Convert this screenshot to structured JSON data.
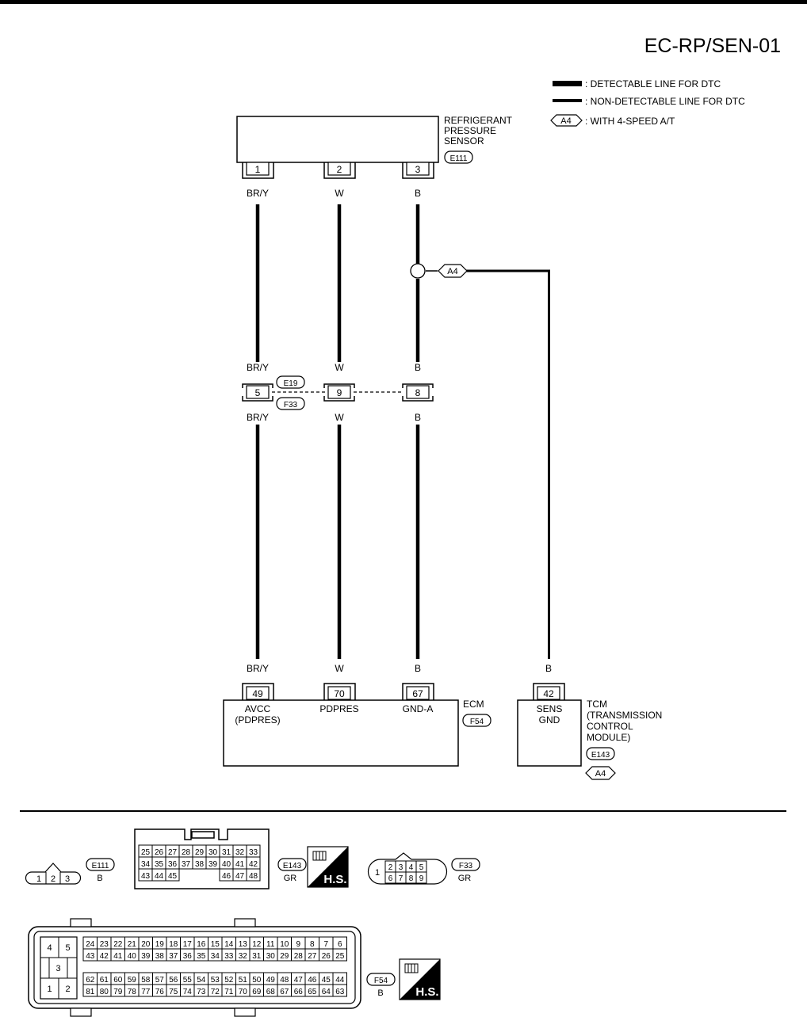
{
  "page_id": "EC-RP/SEN-01",
  "legend": {
    "detectable": ": DETECTABLE LINE FOR DTC",
    "non_detectable": ": NON-DETECTABLE LINE FOR DTC",
    "option_code": "A4",
    "option_text": ": WITH 4-SPEED A/T"
  },
  "sensor": {
    "name_lines": [
      "REFRIGERANT",
      "PRESSURE",
      "SENSOR"
    ],
    "connector": "E111",
    "pins": [
      "1",
      "2",
      "3"
    ]
  },
  "wire_colors": {
    "pin1": "BR/Y",
    "pin2": "W",
    "pin3": "B",
    "tcm": "B"
  },
  "joint": {
    "connector_upper": "E19",
    "connector_lower": "F33",
    "pins": [
      "5",
      "9",
      "8"
    ]
  },
  "ecm": {
    "name": "ECM",
    "connector": "F54",
    "pins": [
      "49",
      "70",
      "67"
    ],
    "terminal_labels": [
      [
        "AVCC",
        "(PDPRES)"
      ],
      [
        "PDPRES"
      ],
      [
        "GND-A"
      ]
    ]
  },
  "tcm": {
    "name_lines": [
      "TCM",
      "(TRANSMISSION",
      "CONTROL",
      "MODULE)"
    ],
    "connector": "E143",
    "option": "A4",
    "pin": "42",
    "terminal_label": [
      "SENS",
      "GND"
    ]
  },
  "connector_views": {
    "e111": {
      "id": "E111",
      "color": "B",
      "pins": [
        "1",
        "2",
        "3"
      ]
    },
    "e143": {
      "id": "E143",
      "color": "GR",
      "hs": "H.S.",
      "rows": [
        [
          "25",
          "26",
          "27",
          "28",
          "29",
          "30",
          "31",
          "32",
          "33"
        ],
        [
          "34",
          "35",
          "36",
          "37",
          "38",
          "39",
          "40",
          "41",
          "42"
        ],
        [
          "43",
          "44",
          "45",
          "46",
          "47",
          "48"
        ]
      ]
    },
    "f33": {
      "id": "F33",
      "color": "GR",
      "pin_left": "1",
      "rows": [
        [
          "2",
          "3",
          "4",
          "5"
        ],
        [
          "6",
          "7",
          "8",
          "9"
        ]
      ]
    },
    "f54": {
      "id": "F54",
      "color": "B",
      "hs": "H.S.",
      "small": [
        "4",
        "5",
        "3",
        "1",
        "2"
      ],
      "rows": [
        [
          "24",
          "23",
          "22",
          "21",
          "20",
          "19",
          "18",
          "17",
          "16",
          "15",
          "14",
          "13",
          "12",
          "11",
          "10",
          "9",
          "8",
          "7",
          "6"
        ],
        [
          "43",
          "42",
          "41",
          "40",
          "39",
          "38",
          "37",
          "36",
          "35",
          "34",
          "33",
          "32",
          "31",
          "30",
          "29",
          "28",
          "27",
          "26",
          "25"
        ],
        [
          "62",
          "61",
          "60",
          "59",
          "58",
          "57",
          "56",
          "55",
          "54",
          "53",
          "52",
          "51",
          "50",
          "49",
          "48",
          "47",
          "46",
          "45",
          "44"
        ],
        [
          "81",
          "80",
          "79",
          "78",
          "77",
          "76",
          "75",
          "74",
          "73",
          "72",
          "71",
          "70",
          "69",
          "68",
          "67",
          "66",
          "65",
          "64",
          "63"
        ]
      ]
    }
  }
}
